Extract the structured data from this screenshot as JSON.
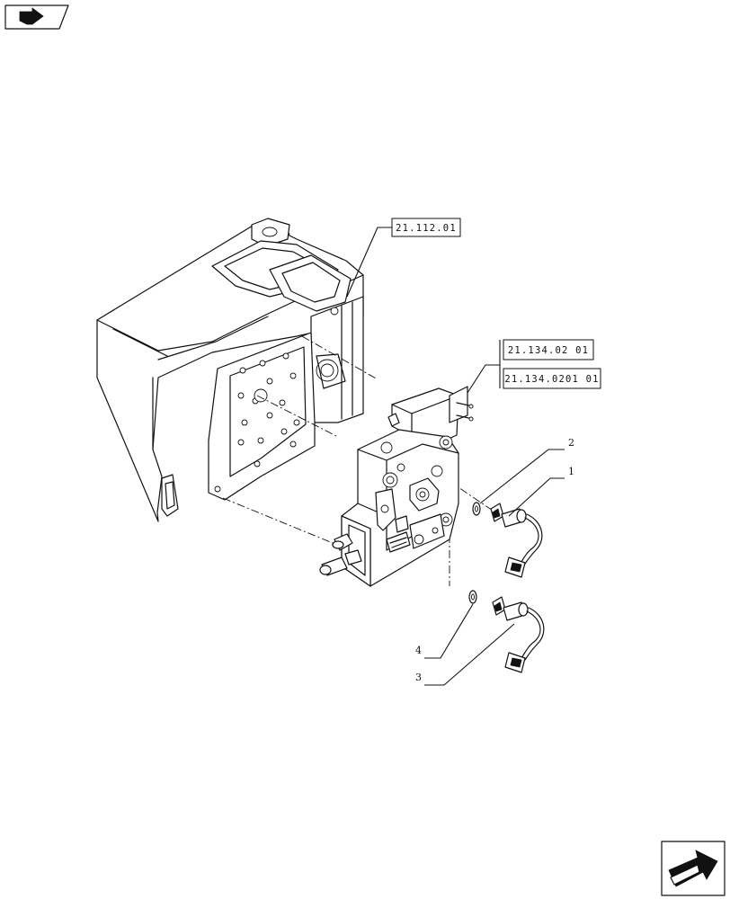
{
  "references": [
    {
      "id": "ref-21-112-01",
      "label": "21.112.01"
    },
    {
      "id": "ref-21-134-02-01",
      "label": "21.134.02 01"
    },
    {
      "id": "ref-21-134-0201-01",
      "label": "21.134.0201 01"
    }
  ],
  "callouts": [
    {
      "number": "1"
    },
    {
      "number": "2"
    },
    {
      "number": "3"
    },
    {
      "number": "4"
    }
  ],
  "icons": {
    "top_left": "book-arrow-icon",
    "bottom_right": "next-page-arrow-icon"
  }
}
